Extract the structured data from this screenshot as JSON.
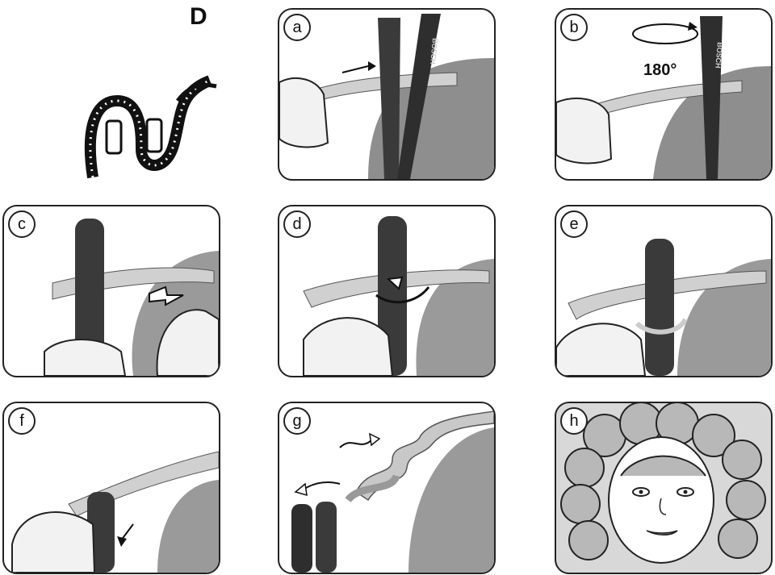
{
  "section": {
    "label": "D"
  },
  "steps": [
    {
      "id": "a",
      "label": "a",
      "brand": "BOSCH"
    },
    {
      "id": "b",
      "label": "b",
      "brand": "BOSCH",
      "rotation": "180°"
    },
    {
      "id": "c",
      "label": "c"
    },
    {
      "id": "d",
      "label": "d"
    },
    {
      "id": "e",
      "label": "e"
    },
    {
      "id": "f",
      "label": "f"
    },
    {
      "id": "g",
      "label": "g"
    },
    {
      "id": "h",
      "label": "h"
    }
  ],
  "colors": {
    "outline": "#222222",
    "iron": "#3a3a3a",
    "hair": "#bdbdbd",
    "head": "#8e8e8e",
    "skin": "#f2f2f2"
  }
}
